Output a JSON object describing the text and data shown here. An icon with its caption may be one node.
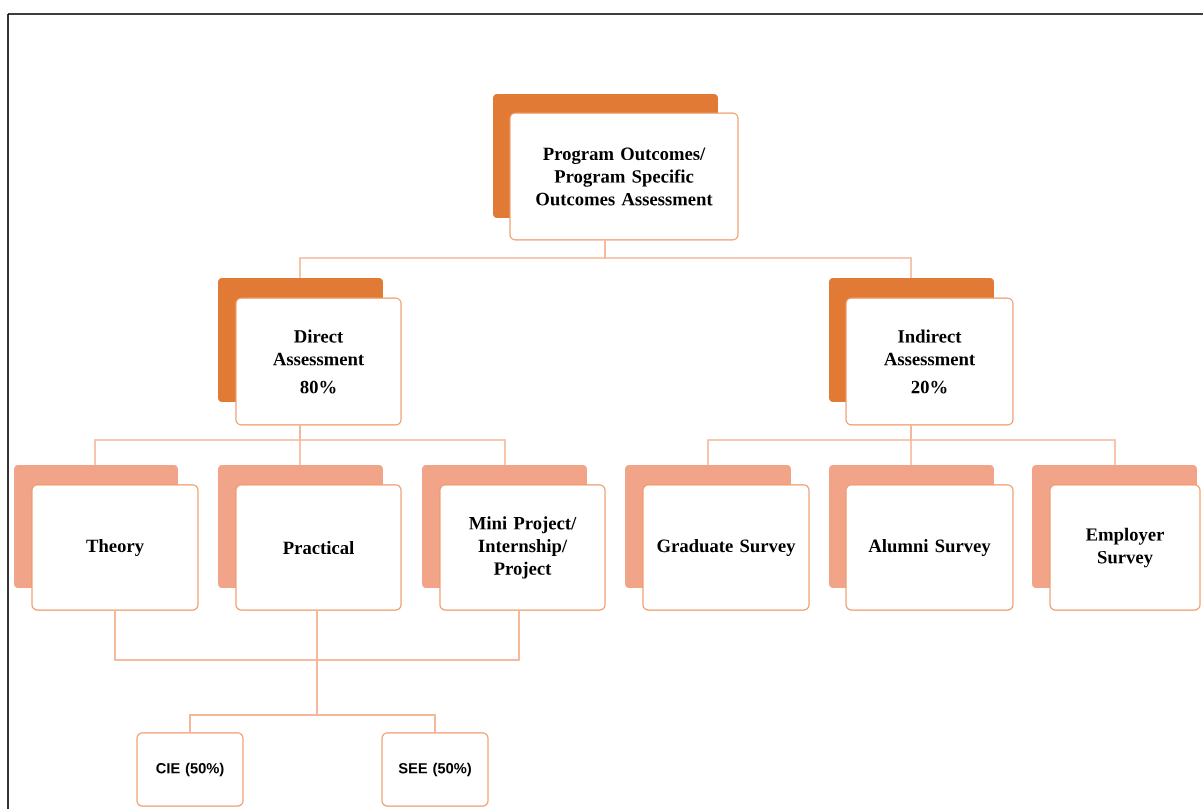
{
  "diagram": {
    "nodes": [
      {
        "text": [
          "Program Outcomes/ Program Specific Outcomes Assessment"
        ]
      },
      {
        "text": [
          "Direct Assessment",
          "80%"
        ]
      },
      {
        "text": [
          "Indirect Assessment",
          "20%"
        ]
      },
      {
        "text": [
          "Theory"
        ]
      },
      {
        "text": [
          "Practical"
        ]
      },
      {
        "text": [
          "Mini Project/ Internship/ Project"
        ]
      },
      {
        "text": [
          "Graduate Survey"
        ]
      },
      {
        "text": [
          "Alumni Survey"
        ]
      },
      {
        "text": [
          "Employer Survey"
        ]
      },
      {
        "text": [
          "CIE (50%)"
        ]
      },
      {
        "text": [
          "SEE (50%)"
        ]
      }
    ],
    "edges": [
      {
        "from": 0,
        "to": 1,
        "arrow": "none"
      },
      {
        "from": 0,
        "to": 2,
        "arrow": "none"
      },
      {
        "from": 1,
        "to": 3,
        "arrow": "none"
      },
      {
        "from": 1,
        "to": 4,
        "arrow": "none"
      },
      {
        "from": 1,
        "to": 5,
        "arrow": "none"
      },
      {
        "from": 2,
        "to": 6,
        "arrow": "none"
      },
      {
        "from": 2,
        "to": 7,
        "arrow": "none"
      },
      {
        "from": 2,
        "to": 8,
        "arrow": "none"
      },
      {
        "from": 3,
        "to": 9,
        "arrow": "none"
      },
      {
        "from": 3,
        "to": 10,
        "arrow": "none"
      },
      {
        "from": 4,
        "to": 9,
        "arrow": "none"
      },
      {
        "from": 4,
        "to": 10,
        "arrow": "none"
      },
      {
        "from": 5,
        "to": 9,
        "arrow": "none"
      },
      {
        "from": 5,
        "to": 10,
        "arrow": "none"
      }
    ]
  }
}
